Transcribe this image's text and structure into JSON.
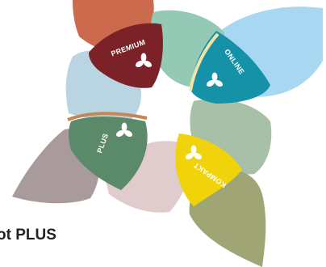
{
  "diagram": {
    "petals": [
      {
        "label": "PREMIUM",
        "color": "#7a2228"
      },
      {
        "label": "ONLINE",
        "color": "#1592a8"
      },
      {
        "label": "PLUS",
        "color": "#5b8a6a"
      },
      {
        "label": "KOMPAKT",
        "color": "#f0d30a"
      }
    ],
    "decorative_colors": {
      "orange": "#cc6a4e",
      "mint": "#93c9b5",
      "sky": "#a8d7f2",
      "powder": "#b9d5e2",
      "mauve": "#a99a9b",
      "sage": "#a8bfa8",
      "rose": "#e0cccc",
      "olive": "#a0a576"
    },
    "logo_icon": "clover-icon"
  },
  "caption": {
    "text": "ot PLUS"
  }
}
